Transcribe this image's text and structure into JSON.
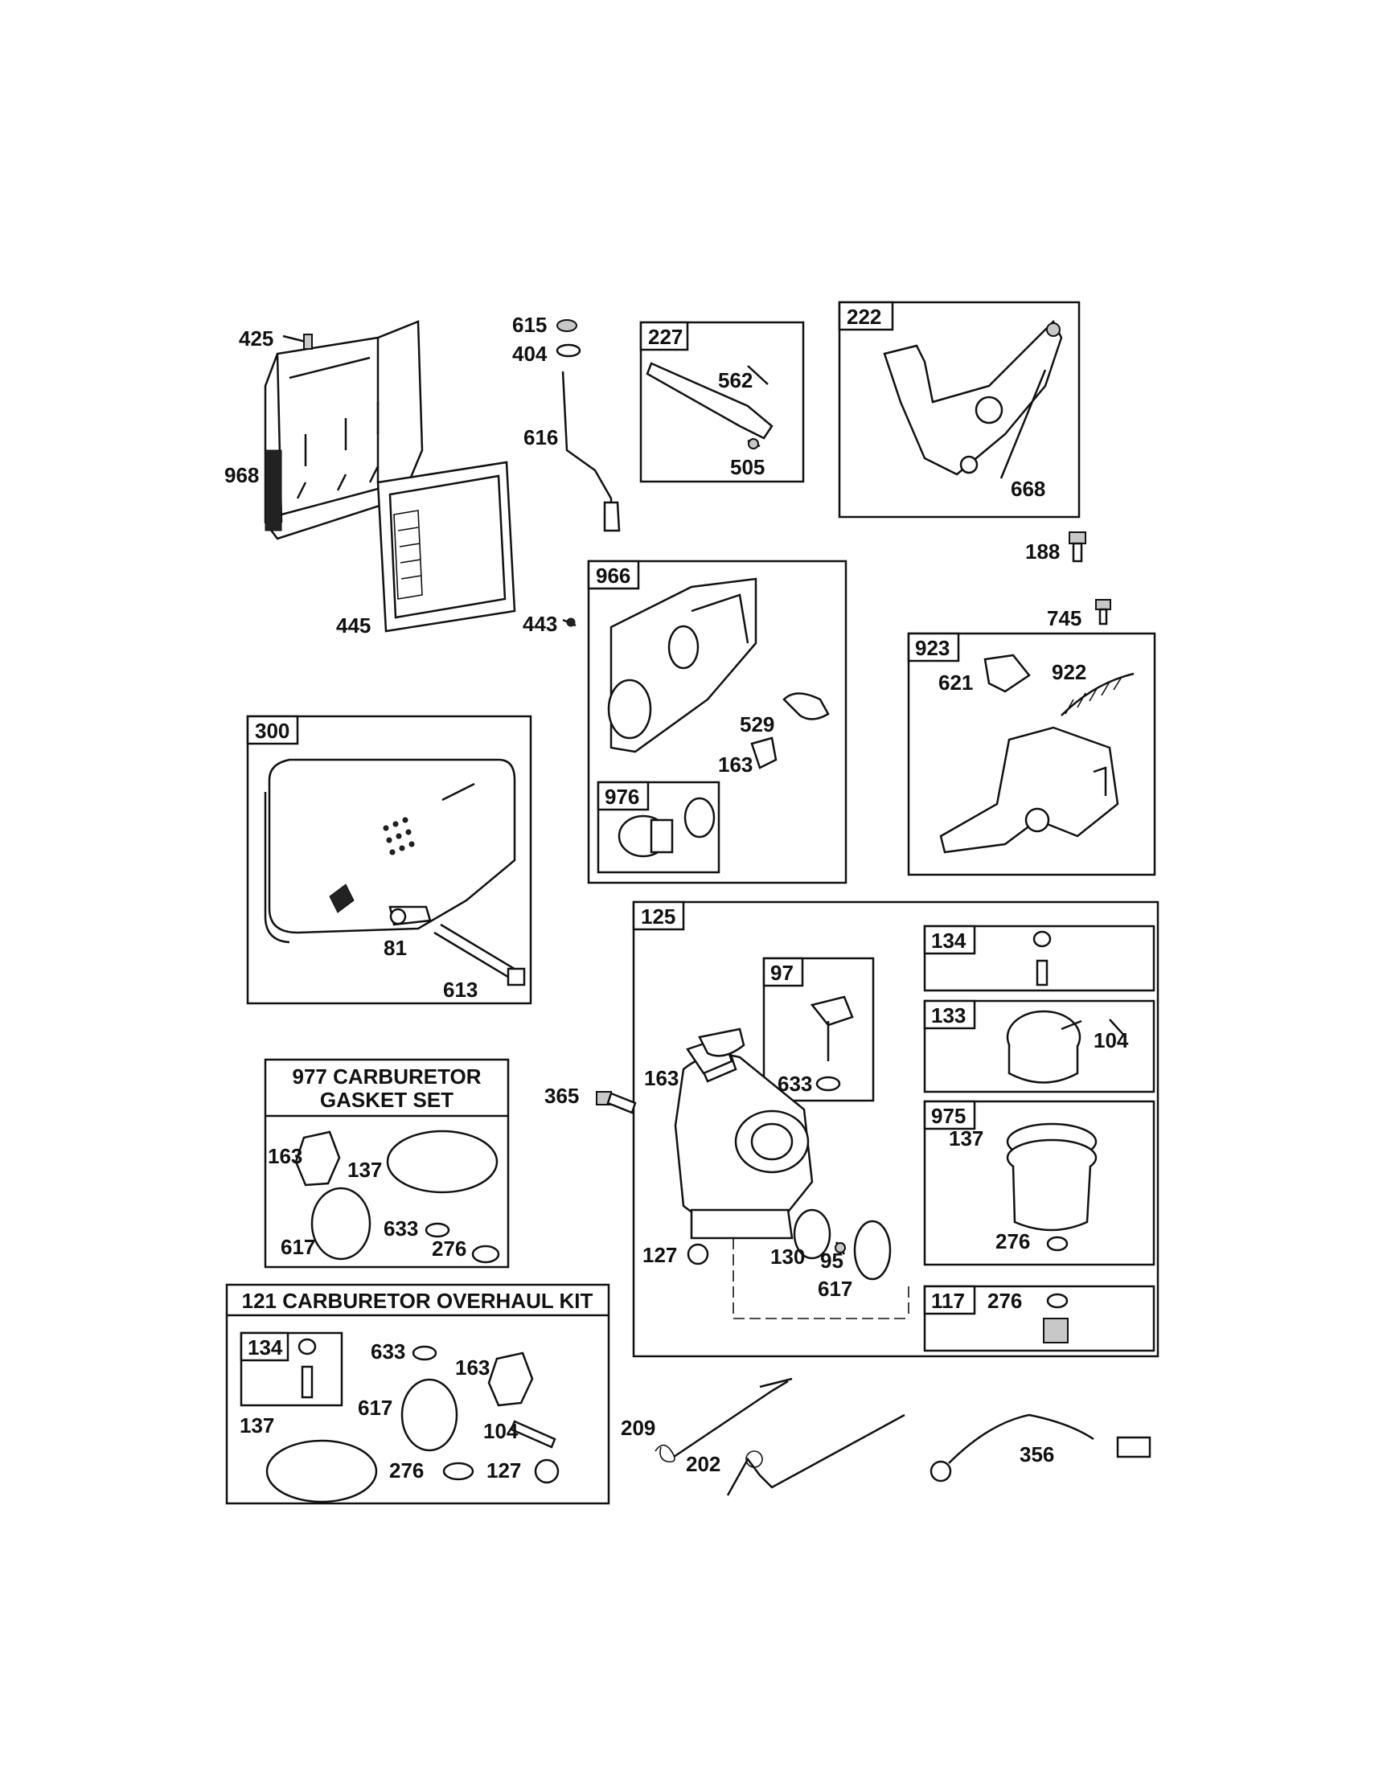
{
  "boxes": {
    "b227": "227",
    "b222": "222",
    "b966": "966",
    "b976": "976",
    "b923": "923",
    "b300": "300",
    "b125": "125",
    "b97": "97",
    "b134a": "134",
    "b133": "133",
    "b975": "975",
    "b117": "117",
    "b134b": "134"
  },
  "titles": {
    "gasket_line1": "977 CARBURETOR",
    "gasket_line2": "GASKET SET",
    "overhaul": "121 CARBURETOR OVERHAUL KIT"
  },
  "labels": {
    "l425": "425",
    "l968": "968",
    "l445": "445",
    "l615": "615",
    "l404": "404",
    "l616": "616",
    "l562": "562",
    "l505": "505",
    "l668": "668",
    "l188": "188",
    "l443": "443",
    "l529": "529",
    "l163a": "163",
    "l745": "745",
    "l621": "621",
    "l922": "922",
    "l81": "81",
    "l613": "613",
    "l365": "365",
    "l163b": "163",
    "l633a": "633",
    "l127a": "127",
    "l130": "130",
    "l95": "95",
    "l617a": "617",
    "l104a": "104",
    "l137a": "137",
    "l276a": "276",
    "l276b": "276",
    "l163c": "163",
    "l137b": "137",
    "l617b": "617",
    "l633b": "633",
    "l276c": "276",
    "l633c": "633",
    "l163d": "163",
    "l137c": "137",
    "l617c": "617",
    "l104b": "104",
    "l276d": "276",
    "l127b": "127",
    "l209": "209",
    "l202": "202",
    "l356": "356"
  }
}
